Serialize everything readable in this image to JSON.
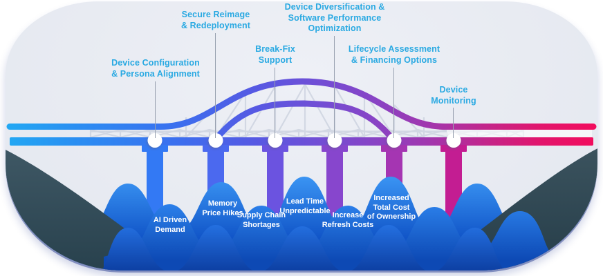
{
  "services": [
    {
      "lines": [
        "Device Configuration",
        "& Persona Alignment"
      ]
    },
    {
      "lines": [
        "Secure Reimage",
        "& Redeployment"
      ]
    },
    {
      "lines": [
        "Break-Fix",
        "Support"
      ]
    },
    {
      "lines": [
        "Device Diversification &",
        "Software Performance",
        "Optimization"
      ]
    },
    {
      "lines": [
        "Lifecycle Assessment",
        "& Financing Options"
      ]
    },
    {
      "lines": [
        "Device",
        "Monitoring"
      ]
    }
  ],
  "challenges": [
    {
      "lines": [
        "AI Driven",
        "Demand"
      ]
    },
    {
      "lines": [
        "Memory",
        "Price Hikes"
      ]
    },
    {
      "lines": [
        "Supply Chain",
        "Shortages"
      ]
    },
    {
      "lines": [
        "Lead Time",
        "Unpredictable"
      ]
    },
    {
      "lines": [
        "Increase",
        "Refresh Costs"
      ]
    },
    {
      "lines": [
        "Increased",
        "Total Cost",
        "of Ownership"
      ]
    }
  ],
  "colors": {
    "service_label": "#29a9e2",
    "challenge_label": "#ffffff",
    "bridge_gradient_start": "#22a7f3",
    "bridge_gradient_end": "#f10d5e",
    "water_blue": "#1155c8",
    "bank_dark": "#2f4754",
    "background": "#e9ebf2",
    "piers": [
      "#3379f4",
      "#4b69ef",
      "#6b53e0",
      "#8746cd",
      "#a535b2",
      "#c31d92"
    ]
  }
}
